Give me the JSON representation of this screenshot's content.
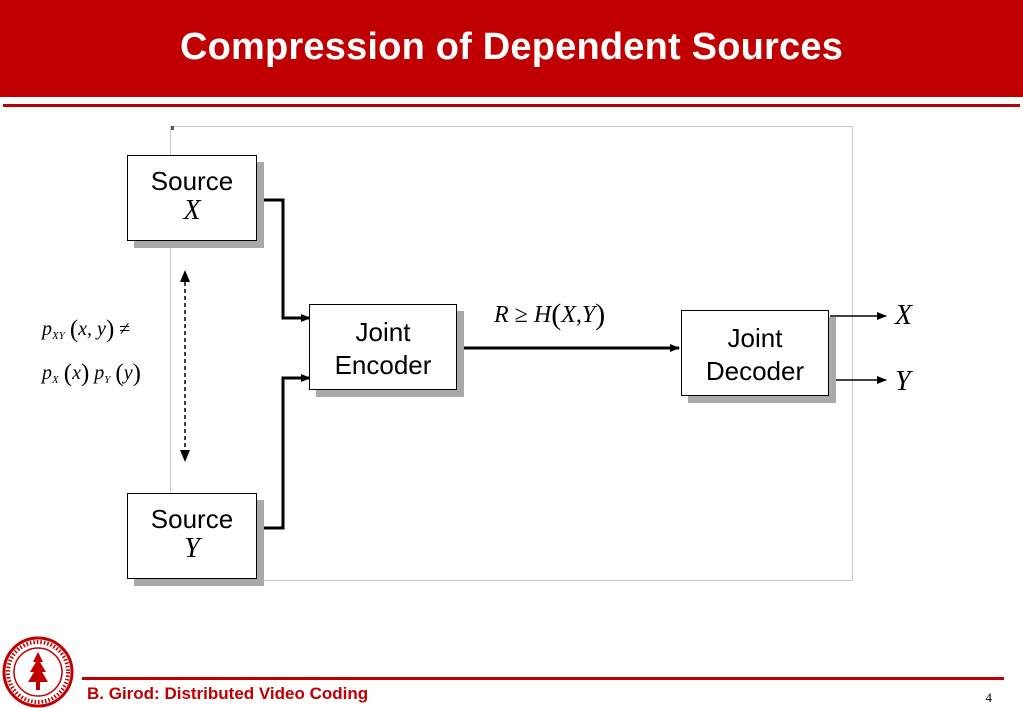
{
  "slide": {
    "title": "Compression of Dependent Sources",
    "footer": "B. Girod: Distributed Video Coding",
    "page_number": "4",
    "accent_color": "#c00000"
  },
  "diagram": {
    "source_x": {
      "label": "Source",
      "symbol": "X"
    },
    "source_y": {
      "label": "Source",
      "symbol": "Y"
    },
    "encoder": {
      "line1": "Joint",
      "line2": "Encoder"
    },
    "decoder": {
      "line1": "Joint",
      "line2": "Decoder"
    },
    "rate": {
      "lhs": "R",
      "rel": "≥",
      "fn": "H",
      "args": "X,Y"
    },
    "dependence": {
      "joint_p": "p",
      "joint_sub": "XY",
      "joint_args": "x, y",
      "neq": "≠",
      "px": "p",
      "px_sub": "X",
      "px_arg": "x",
      "py": "p",
      "py_sub": "Y",
      "py_arg": "y"
    },
    "output_x": "X",
    "output_y": "Y"
  },
  "seal": {
    "icon": "stanford-seal-icon",
    "color": "#c00000"
  }
}
